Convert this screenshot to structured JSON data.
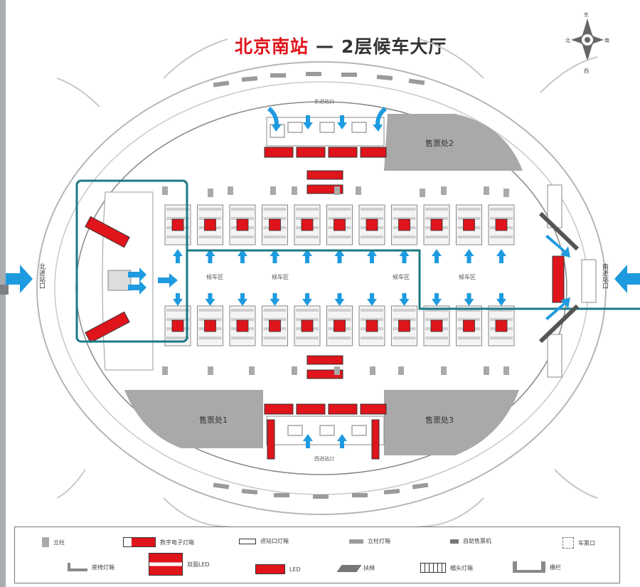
{
  "title": {
    "station": "北京南站",
    "dash": "—",
    "floor": "2层候车大厅"
  },
  "compass": {
    "north": "北",
    "east": "东",
    "south": "南",
    "west": "西"
  },
  "labels": {
    "ticket_office_1": "售票处1",
    "ticket_office_2": "售票处2",
    "ticket_office_3": "售票处3",
    "east_entrance": "东进站口",
    "west_entrance": "西进站口",
    "north_entrance": "北进站口",
    "south_entrance": "南进站口",
    "waiting_area": "候车区"
  },
  "legend": [
    {
      "icon": "pillar",
      "label": "立柱"
    },
    {
      "icon": "digital-sign",
      "label": "数字电子灯箱"
    },
    {
      "icon": "entrance-lightbox",
      "label": "进站口灯箱"
    },
    {
      "icon": "column-lightbox",
      "label": "立柱灯箱"
    },
    {
      "icon": "ticket-machine",
      "label": "自助售票机"
    },
    {
      "icon": "ticket-gate",
      "label": "车票口"
    },
    {
      "icon": "seat-lightbox",
      "label": "座椅灯箱"
    },
    {
      "icon": "double-led",
      "label": "双面LED"
    },
    {
      "icon": "led",
      "label": "LED"
    },
    {
      "icon": "escalator",
      "label": "扶梯"
    },
    {
      "icon": "header-lightbox",
      "label": "楣头灯箱"
    },
    {
      "icon": "railing",
      "label": "栅栏"
    }
  ],
  "colors": {
    "red": "#e0141b",
    "gray": "#a9a9a9",
    "blue": "#1e9be0",
    "teal": "#1a7a86"
  }
}
